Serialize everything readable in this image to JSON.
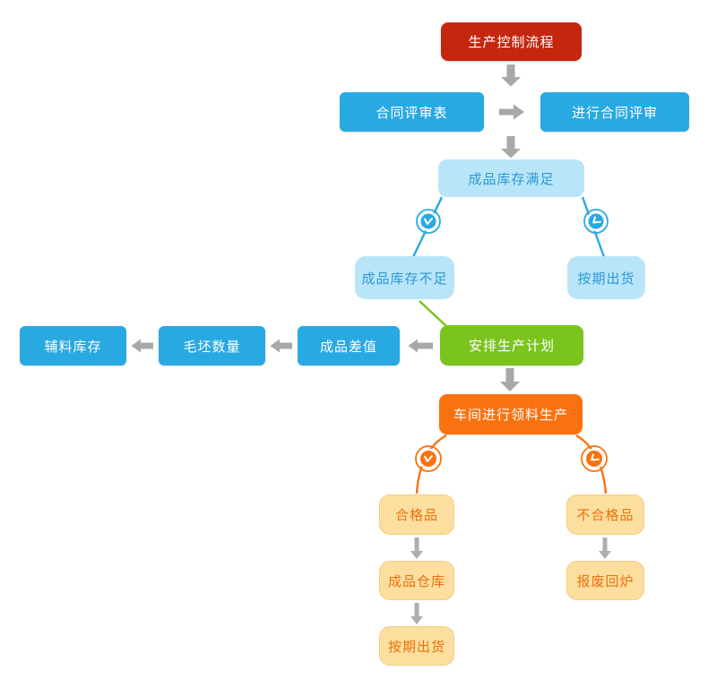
{
  "diagram": {
    "type": "flowchart",
    "title": "生产控制流程",
    "nodes": {
      "root": "生产控制流程",
      "contract_form": "合同评审表",
      "contract_review": "进行合同评审",
      "stock_sufficient": "成品库存满足",
      "stock_insufficient": "成品库存不足",
      "ship_on_time_top": "按期出货",
      "aux_material_stock": "辅料库存",
      "blank_quantity": "毛坯数量",
      "product_difference": "成品差值",
      "production_plan": "安排生产计划",
      "workshop_production": "车间进行领料生产",
      "qualified": "合格品",
      "unqualified": "不合格品",
      "finished_warehouse": "成品仓库",
      "scrap_remelt": "报废回炉",
      "ship_on_time_bottom": "按期出货"
    },
    "edges": [
      {
        "from": "root",
        "to": "contract_row",
        "style": "gray-arrow-down"
      },
      {
        "from": "contract_form",
        "to": "contract_review",
        "style": "gray-arrow-right"
      },
      {
        "from": "contract_row",
        "to": "stock_sufficient",
        "style": "gray-arrow-down"
      },
      {
        "from": "stock_sufficient",
        "to": "stock_insufficient",
        "style": "blue-line-clock"
      },
      {
        "from": "stock_sufficient",
        "to": "ship_on_time_top",
        "style": "blue-line-clock"
      },
      {
        "from": "stock_insufficient",
        "to": "production_plan",
        "style": "green-line"
      },
      {
        "from": "production_plan",
        "to": "product_difference",
        "style": "gray-arrow-left"
      },
      {
        "from": "product_difference",
        "to": "blank_quantity",
        "style": "gray-arrow-left"
      },
      {
        "from": "blank_quantity",
        "to": "aux_material_stock",
        "style": "gray-arrow-left"
      },
      {
        "from": "production_plan",
        "to": "workshop_production",
        "style": "gray-arrow-down"
      },
      {
        "from": "workshop_production",
        "to": "qualified",
        "style": "orange-curve-clock"
      },
      {
        "from": "workshop_production",
        "to": "unqualified",
        "style": "orange-curve-clock"
      },
      {
        "from": "qualified",
        "to": "finished_warehouse",
        "style": "gray-arrow-down"
      },
      {
        "from": "finished_warehouse",
        "to": "ship_on_time_bottom",
        "style": "gray-arrow-down"
      },
      {
        "from": "unqualified",
        "to": "scrap_remelt",
        "style": "gray-arrow-down"
      }
    ],
    "icons": {
      "branch_marker": "clock-icon"
    },
    "colors": {
      "red": "#c5270e",
      "blue": "#29a9e1",
      "light_blue": "#b9e5f8",
      "light_blue_text": "#2b99d3",
      "green": "#7ac41d",
      "orange": "#fa720f",
      "cream": "#fcdf9f",
      "cream_border": "#f5cc82",
      "cream_text": "#ed6f0e",
      "arrow_gray": "#a8a8a8"
    }
  }
}
